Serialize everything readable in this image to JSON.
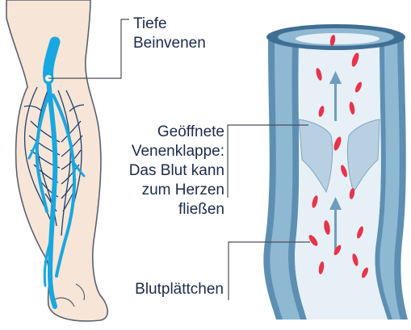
{
  "labels": {
    "deep_veins": "Tiefe\nBeinvenen",
    "open_valve": "Geöffnete\nVenenklappe:\nDas Blut kann\nzum Herzen\nfließen",
    "platelets": "Blutplättchen"
  },
  "colors": {
    "skin": "#f7e6d7",
    "skin_outline": "#5a6170",
    "vein": "#19a7df",
    "vein_net": "#1f3f73",
    "vessel_outer": "#5d8fb3",
    "vessel_mid": "#8fb8d2",
    "vessel_light": "#c8dcea",
    "lumen": "#e7f0f6",
    "blood_cell": "#e8334a",
    "arrow": "#6f9dbe",
    "leader": "#4a4f5a"
  }
}
